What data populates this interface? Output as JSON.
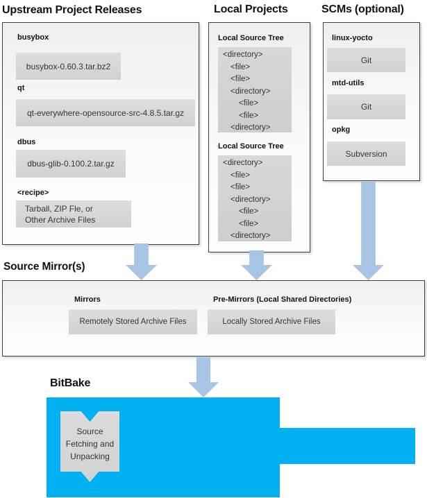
{
  "titles": {
    "upstream": "Upstream Project Releases",
    "local": "Local Projects",
    "scm": "SCMs (optional)",
    "mirror": "Source Mirror(s)",
    "bitbake": "BitBake"
  },
  "upstream": {
    "items": [
      {
        "label": "busybox",
        "value": "busybox-0.60.3.tar.bz2"
      },
      {
        "label": "qt",
        "value": "qt-everywhere-opensource-src-4.8.5.tar.gz"
      },
      {
        "label": "dbus",
        "value": "dbus-glib-0.100.2.tar.gz"
      },
      {
        "label": "<recipe>",
        "lines": [
          "Tarball, ZIP Fle, or",
          "Other Archive Files"
        ]
      }
    ]
  },
  "local": {
    "sections": [
      {
        "heading": "Local Source Tree",
        "lines": [
          {
            "t": "<directory>",
            "d": 0
          },
          {
            "t": "<file>",
            "d": 1
          },
          {
            "t": "<file>",
            "d": 1
          },
          {
            "t": "<directory>",
            "d": 1
          },
          {
            "t": "<file>",
            "d": 2
          },
          {
            "t": "<file>",
            "d": 2
          },
          {
            "t": "<directory>",
            "d": 1
          }
        ]
      },
      {
        "heading": "Local Source Tree",
        "lines": [
          {
            "t": "<directory>",
            "d": 0
          },
          {
            "t": "<file>",
            "d": 1
          },
          {
            "t": "<file>",
            "d": 1
          },
          {
            "t": "<directory>",
            "d": 1
          },
          {
            "t": "<file>",
            "d": 2
          },
          {
            "t": "<file>",
            "d": 2
          },
          {
            "t": "<directory>",
            "d": 1
          }
        ]
      }
    ]
  },
  "scm": {
    "items": [
      {
        "label": "linux-yocto",
        "value": "Git"
      },
      {
        "label": "mtd-utils",
        "value": "Git"
      },
      {
        "label": "opkg",
        "value": "Subversion"
      }
    ]
  },
  "mirror": {
    "groups": [
      {
        "label": "Mirrors",
        "value": "Remotely Stored Archive Files"
      },
      {
        "label": "Pre-Mirrors (Local Shared Directories)",
        "value": "Locally Stored Archive Files"
      }
    ]
  },
  "bitbake": {
    "banner": "Source Fetching and Unpacking"
  },
  "colors": {
    "accent": "#00b0f0",
    "arrow": "#a8c5e6",
    "box_gray": "#d9d9d9",
    "panel_border": "#3f3f3f"
  }
}
